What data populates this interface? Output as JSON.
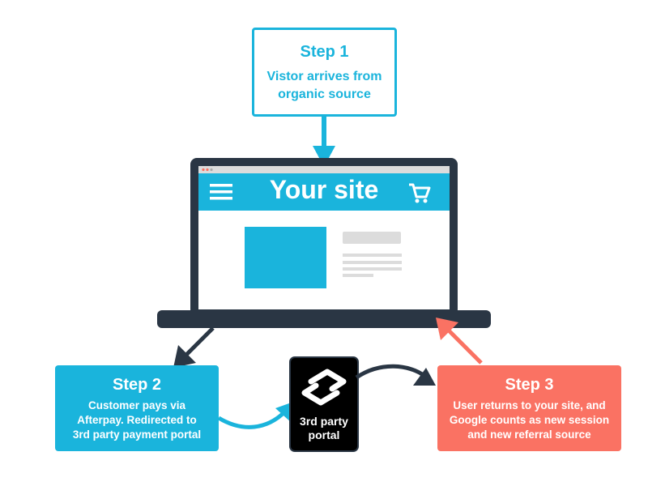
{
  "step1": {
    "title": "Step 1",
    "line1": "Vistor arrives from",
    "line2": "organic source"
  },
  "laptop": {
    "site_title": "Your site"
  },
  "step2": {
    "title": "Step 2",
    "line1": "Customer pays via",
    "line2": "Afterpay. Redirected to",
    "line3": "3rd party payment portal"
  },
  "portal": {
    "line1": "3rd party",
    "line2": "portal"
  },
  "step3": {
    "title": "Step 3",
    "line1": "User returns to your site, and",
    "line2": "Google counts as new session",
    "line3": "and new referral source"
  },
  "colors": {
    "blue": "#1ab4dc",
    "coral": "#fa7263",
    "dark": "#2a3644",
    "black": "#000000",
    "gray": "#dcdcdc"
  },
  "icons": [
    "hamburger-menu-icon",
    "shopping-cart-icon",
    "afterpay-logo-icon"
  ]
}
